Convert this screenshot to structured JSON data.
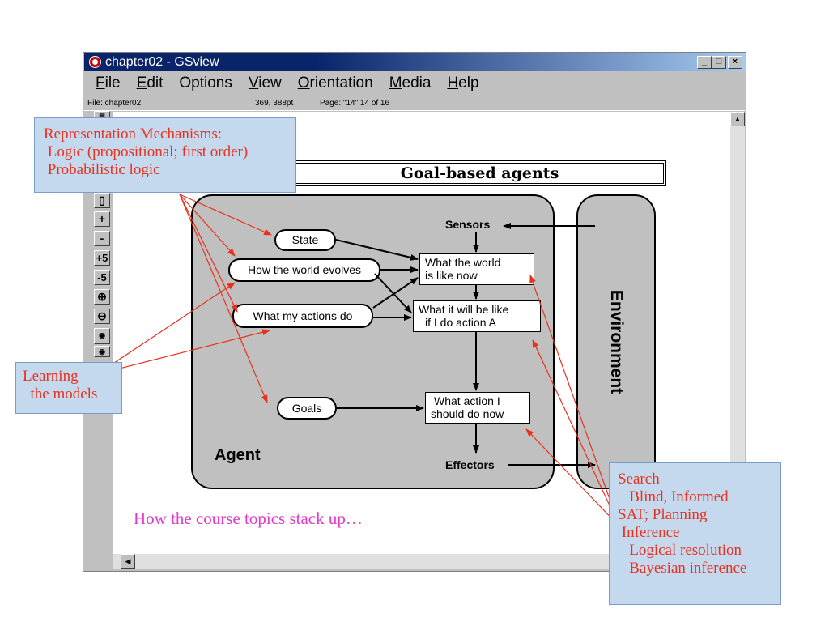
{
  "window": {
    "title": "chapter02 - GSview",
    "controls": {
      "minimize": "_",
      "maximize": "□",
      "close": "×"
    }
  },
  "menu": [
    {
      "pre": "",
      "ul": "F",
      "post": "ile"
    },
    {
      "pre": "",
      "ul": "E",
      "post": "dit"
    },
    {
      "pre": "Options",
      "ul": "",
      "post": ""
    },
    {
      "pre": "",
      "ul": "V",
      "post": "iew"
    },
    {
      "pre": "",
      "ul": "O",
      "post": "rientation"
    },
    {
      "pre": "",
      "ul": "M",
      "post": "edia"
    },
    {
      "pre": "",
      "ul": "H",
      "post": "elp"
    }
  ],
  "status": {
    "file": "File: chapter02",
    "coords": "369, 388pt",
    "page": "Page: \"14\"  14 of 16"
  },
  "toolbar": {
    "buttons": [
      "+",
      "-",
      "+5",
      "-5"
    ]
  },
  "slide": {
    "title": "Goal-based agents",
    "agent_label": "Agent",
    "environment_label": "Environment",
    "sensors": "Sensors",
    "effectors": "Effectors",
    "state": "State",
    "world_evolves": "How the world evolves",
    "actions_do": "What my actions do",
    "goals": "Goals",
    "world_now_1": "What the world",
    "world_now_2": "is like now",
    "will_be_1": "What it will be like",
    "will_be_2": "if I do action A",
    "action_1": "What action I",
    "action_2": "should do now"
  },
  "notes": {
    "representation": [
      "Representation Mechanisms:",
      " Logic (propositional; first order)",
      " Probabilistic logic"
    ],
    "learning": [
      "Learning",
      "  the models"
    ],
    "search": [
      "Search",
      "   Blind, Informed",
      "SAT; Planning",
      " Inference",
      "   Logical resolution",
      "   Bayesian inference"
    ]
  },
  "caption": "How the course topics stack up…",
  "colors": {
    "title_bar": "#0a246a",
    "note_bg": "#c5d9ee",
    "note_text": "#e8321e",
    "caption": "#e03ac8",
    "diagram_fill": "#c0c0c0"
  }
}
